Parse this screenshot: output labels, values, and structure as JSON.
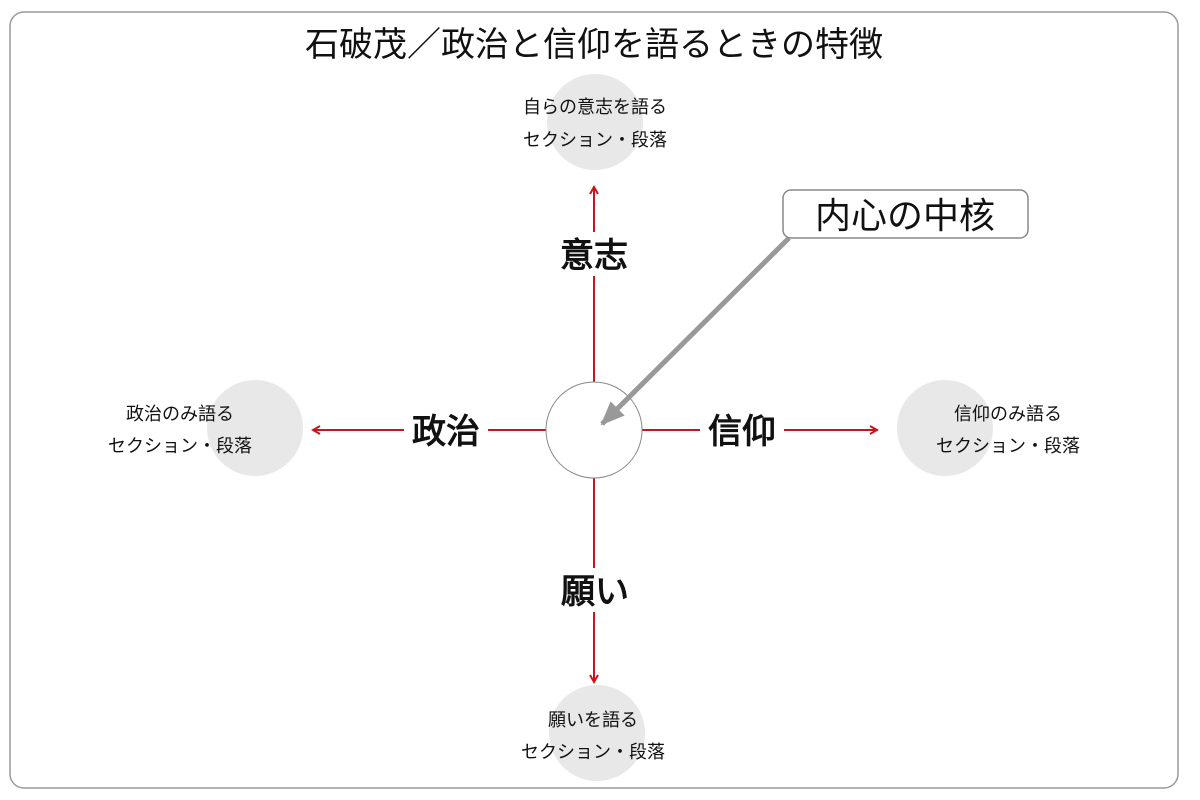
{
  "title": "石破茂／政治と信仰を語るときの特徴",
  "callout": "内心の中核",
  "axes": {
    "up": "意志",
    "left": "政治",
    "right": "信仰",
    "down": "願い"
  },
  "nodes": {
    "top": {
      "line1": "自らの意志を語る",
      "line2": "セクション・段落"
    },
    "left": {
      "line1": "政治のみ語る",
      "line2": "セクション・段落"
    },
    "right": {
      "line1": "信仰のみ語る",
      "line2": "セクション・段落"
    },
    "bottom": {
      "line1": "願いを語る",
      "line2": "セクション・段落"
    }
  },
  "colors": {
    "axis": "#c8161d",
    "node_fill": "#e8e8e8",
    "pointer": "#999999"
  }
}
